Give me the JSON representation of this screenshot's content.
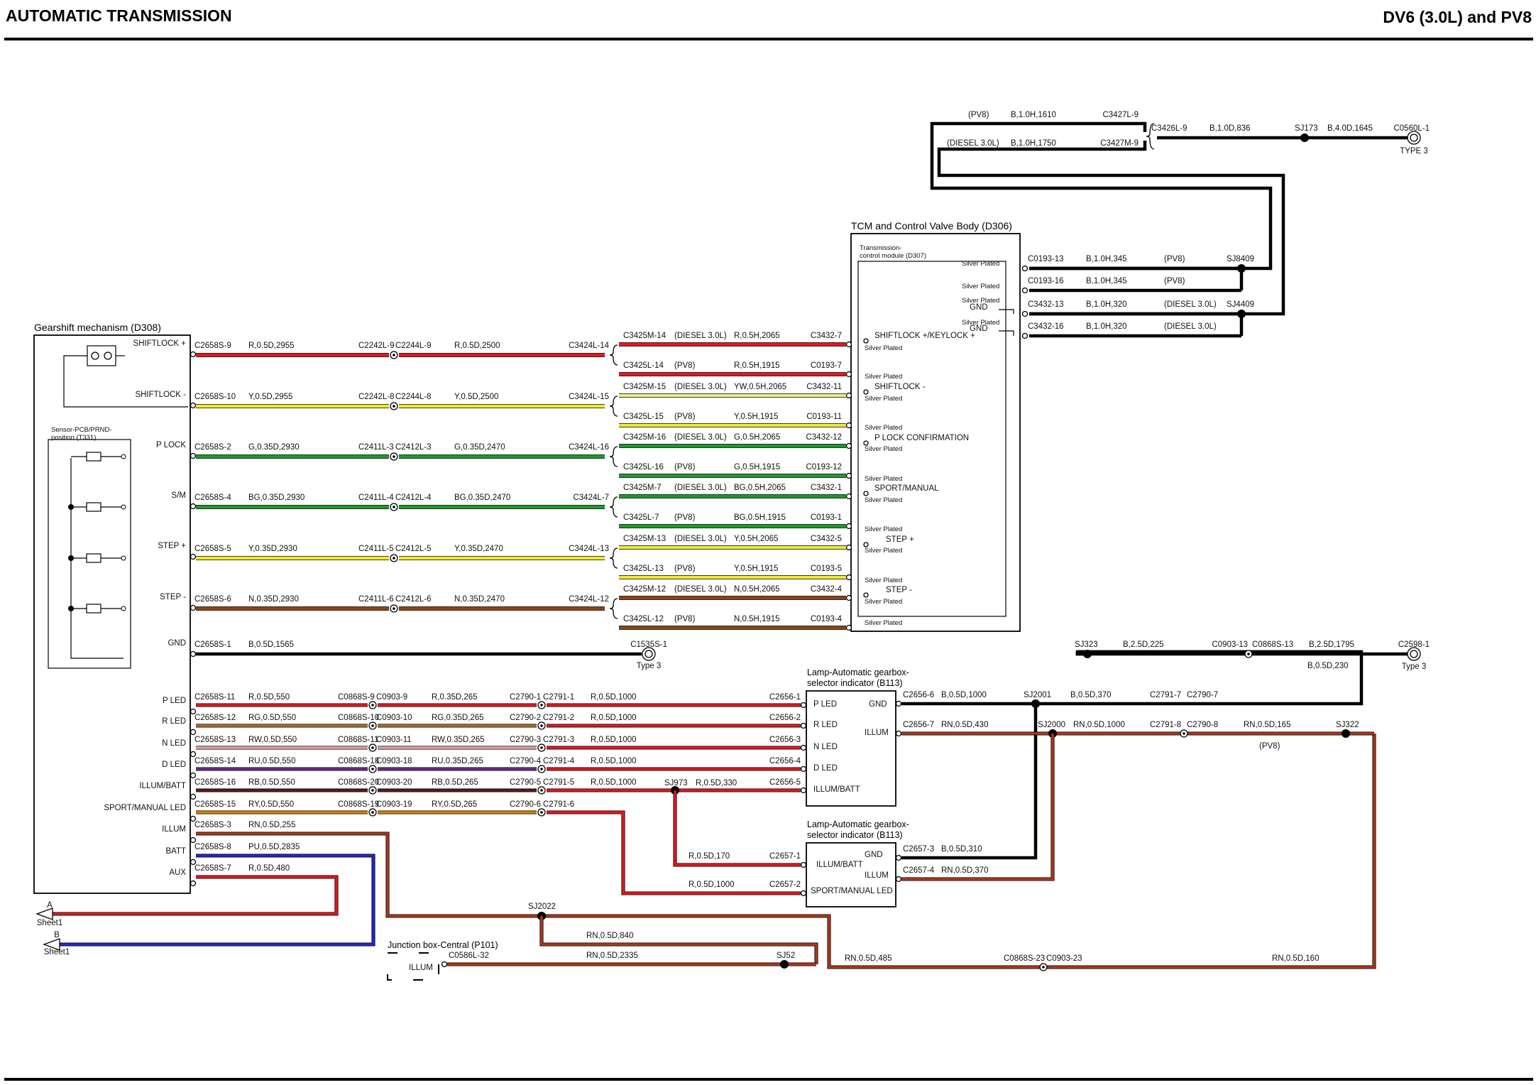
{
  "header": {
    "title": "AUTOMATIC TRANSMISSION",
    "variant": "DV6 (3.0L) and PV8"
  },
  "colors": {
    "R": "#e0191e",
    "Y": "#f2ea2a",
    "G": "#1f9a2a",
    "BG": "#1f9a2a",
    "N": "#8b4513",
    "B": "#000000",
    "RN": "#a8391c",
    "PU": "#2427c8",
    "RG": "#b06a2a",
    "RW": "#e8a0a0",
    "RU": "#6a2a8a",
    "RB": "#5a1a1a",
    "RY": "#d4820a",
    "YW": "#f0ea8a"
  },
  "components": {
    "gearshift": {
      "title": "Gearshift mechanism (D308)",
      "sensor_title_1": "Sensor-PCB/PRND-",
      "sensor_title_2": "position (T331)",
      "pins": [
        "SHIFTLOCK +",
        "SHIFTLOCK -",
        "P LOCK",
        "S/M",
        "STEP +",
        "STEP -",
        "GND",
        "P LED",
        "R LED",
        "N LED",
        "D LED",
        "ILLUM/BATT",
        "SPORT/MANUAL LED",
        "ILLUM",
        "BATT",
        "AUX"
      ]
    },
    "tcm": {
      "title": "TCM and Control Valve Body (D306)",
      "module_1": "Transmission-",
      "module_2": "control module (D307)",
      "silver": "Silver Plated",
      "gnd": "GND",
      "pins": [
        "SHIFTLOCK +/KEYLOCK +",
        "SHIFTLOCK -",
        "P LOCK CONFIRMATION",
        "SPORT/MANUAL",
        "STEP +",
        "STEP -"
      ]
    },
    "lamp1": {
      "title_1": "Lamp-Automatic gearbox-",
      "title_2": "selector indicator (B113)",
      "pins": [
        "P LED",
        "R LED",
        "N LED",
        "D LED",
        "ILLUM/BATT",
        "GND",
        "ILLUM"
      ]
    },
    "lamp2": {
      "title_1": "Lamp-Automatic gearbox-",
      "title_2": "selector indicator (B113)",
      "pins": [
        "GND",
        "ILLUM/BATT",
        "ILLUM",
        "SPORT/MANUAL LED"
      ]
    },
    "junction": {
      "title": "Junction box-Central (P101)",
      "pin": "ILLUM"
    }
  },
  "signal_wires": [
    {
      "from": "C2658S-9",
      "w1": "R,0.5D,2955",
      "mid1": "C2242L-9",
      "mid2": "C2244L-9",
      "w2": "R,0.5D,2500",
      "end": "C3424L-14",
      "color": "R"
    },
    {
      "from": "C2658S-10",
      "w1": "Y,0.5D,2955",
      "mid1": "C2242L-8",
      "mid2": "C2244L-8",
      "w2": "Y,0.5D,2500",
      "end": "C3424L-15",
      "color": "Y"
    },
    {
      "from": "C2658S-2",
      "w1": "G,0.35D,2930",
      "mid1": "C2411L-3",
      "mid2": "C2412L-3",
      "w2": "G,0.35D,2470",
      "end": "C3424L-16",
      "color": "G"
    },
    {
      "from": "C2658S-4",
      "w1": "BG,0.35D,2930",
      "mid1": "C2411L-4",
      "mid2": "C2412L-4",
      "w2": "BG,0.35D,2470",
      "end": "C3424L-7",
      "color": "BG"
    },
    {
      "from": "C2658S-5",
      "w1": "Y,0.35D,2930",
      "mid1": "C2411L-5",
      "mid2": "C2412L-5",
      "w2": "Y,0.35D,2470",
      "end": "C3424L-13",
      "color": "Y"
    },
    {
      "from": "C2658S-6",
      "w1": "N,0.35D,2930",
      "mid1": "C2411L-6",
      "mid2": "C2412L-6",
      "w2": "N,0.35D,2470",
      "end": "C3424L-12",
      "color": "N"
    }
  ],
  "gnd_wire": {
    "from": "C2658S-1",
    "w": "B,0.5D,1565",
    "end": "C1535S-1",
    "type": "Type 3"
  },
  "tcm_branches": [
    {
      "c1": "C3425M-14",
      "variant": "(DIESEL 3.0L)",
      "spec": "R,0.5H,2065",
      "c2": "C3432-7",
      "color": "R"
    },
    {
      "c1": "C3425L-14",
      "variant": "(PV8)",
      "spec": "R,0.5H,1915",
      "c2": "C0193-7",
      "color": "R"
    },
    {
      "c1": "C3425M-15",
      "variant": "(DIESEL 3.0L)",
      "spec": "YW,0.5H,2065",
      "c2": "C3432-11",
      "color": "YW"
    },
    {
      "c1": "C3425L-15",
      "variant": "(PV8)",
      "spec": "Y,0.5H,1915",
      "c2": "C0193-11",
      "color": "Y"
    },
    {
      "c1": "C3425M-16",
      "variant": "(DIESEL 3.0L)",
      "spec": "G,0.5H,2065",
      "c2": "C3432-12",
      "color": "G"
    },
    {
      "c1": "C3425L-16",
      "variant": "(PV8)",
      "spec": "G,0.5H,1915",
      "c2": "C0193-12",
      "color": "G"
    },
    {
      "c1": "C3425M-7",
      "variant": "(DIESEL 3.0L)",
      "spec": "BG,0.5H,2065",
      "c2": "C3432-1",
      "color": "BG"
    },
    {
      "c1": "C3425L-7",
      "variant": "(PV8)",
      "spec": "BG,0.5H,1915",
      "c2": "C0193-1",
      "color": "BG"
    },
    {
      "c1": "C3425M-13",
      "variant": "(DIESEL 3.0L)",
      "spec": "Y,0.5H,2065",
      "c2": "C3432-5",
      "color": "Y"
    },
    {
      "c1": "C3425L-13",
      "variant": "(PV8)",
      "spec": "Y,0.5H,1915",
      "c2": "C0193-5",
      "color": "Y"
    },
    {
      "c1": "C3425M-12",
      "variant": "(DIESEL 3.0L)",
      "spec": "N,0.5H,2065",
      "c2": "C3432-4",
      "color": "N"
    },
    {
      "c1": "C3425L-12",
      "variant": "(PV8)",
      "spec": "N,0.5H,1915",
      "c2": "C0193-4",
      "color": "N"
    }
  ],
  "top_ground": {
    "pv8": "(PV8)",
    "pv8_spec": "B,1.0H,1610",
    "pv8_conn": "C3427L-9",
    "diesel": "(DIESEL 3.0L)",
    "diesel_spec": "B,1.0H,1750",
    "diesel_conn": "C3427M-9",
    "c3426": "C3426L-9",
    "c3426_spec": "B,1.0D,836",
    "sj173": "SJ173",
    "sj173_spec": "B,4.0D,1645",
    "end": "C0560L-1",
    "type": "TYPE 3"
  },
  "tcm_grounds": [
    {
      "conn": "C0193-13",
      "spec": "B,1.0H,345",
      "variant": "(PV8)",
      "splice": "SJ8409"
    },
    {
      "conn": "C0193-16",
      "spec": "B,1.0H,345",
      "variant": "(PV8)",
      "splice": ""
    },
    {
      "conn": "C3432-13",
      "spec": "B,1.0H,320",
      "variant": "(DIESEL 3.0L)",
      "splice": "SJ4409"
    },
    {
      "conn": "C3432-16",
      "spec": "B,1.0H,320",
      "variant": "(DIESEL 3.0L)",
      "splice": ""
    }
  ],
  "led_wires": [
    {
      "from": "C2658S-11",
      "w1": "R,0.5D,550",
      "m1": "C0868S-9",
      "m2": "C0903-9",
      "w2": "R,0.35D,265",
      "m3": "C2790-1",
      "m4": "C2791-1",
      "w3": "R,0.5D,1000",
      "end": "C2656-1",
      "color": "R"
    },
    {
      "from": "C2658S-12",
      "w1": "RG,0.5D,550",
      "m1": "C0868S-10",
      "m2": "C0903-10",
      "w2": "RG,0.35D,265",
      "m3": "C2790-2",
      "m4": "C2791-2",
      "w3": "R,0.5D,1000",
      "end": "C2656-2",
      "color": "RG"
    },
    {
      "from": "C2658S-13",
      "w1": "RW,0.5D,550",
      "m1": "C0868S-11",
      "m2": "C0903-11",
      "w2": "RW,0.35D,265",
      "m3": "C2790-3",
      "m4": "C2791-3",
      "w3": "R,0.5D,1000",
      "end": "C2656-3",
      "color": "RW"
    },
    {
      "from": "C2658S-14",
      "w1": "RU,0.5D,550",
      "m1": "C0868S-18",
      "m2": "C0903-18",
      "w2": "RU,0.35D,265",
      "m3": "C2790-4",
      "m4": "C2791-4",
      "w3": "R,0.5D,1000",
      "end": "C2656-4",
      "color": "RU"
    },
    {
      "from": "C2658S-16",
      "w1": "RB,0.5D,550",
      "m1": "C0868S-20",
      "m2": "C0903-20",
      "w2": "RB,0.5D,265",
      "m3": "C2790-5",
      "m4": "C2791-5",
      "w3": "R,0.5D,1000",
      "end": "C2656-5",
      "color": "RB"
    },
    {
      "from": "C2658S-15",
      "w1": "RY,0.5D,550",
      "m1": "C0868S-19",
      "m2": "C0903-19",
      "w2": "RY,0.5D,265",
      "m3": "C2790-6",
      "m4": "C2791-6",
      "w3": "",
      "end": "",
      "color": "RY"
    }
  ],
  "misc": {
    "sj973": "SJ973",
    "sj973_spec": "R,0.5D,330",
    "c2657_1": "C2657-1",
    "c2657_1_spec": "R,0.5D,170",
    "c2657_2": "C2657-2",
    "c2657_2_spec": "R,0.5D,1000",
    "illum_from": "C2658S-3",
    "illum_spec": "RN,0.5D,255",
    "batt_from": "C2658S-8",
    "batt_spec": "PU,0.5D,2835",
    "aux_from": "C2658S-7",
    "aux_spec": "R,0.5D,480",
    "sheet_a": "A",
    "sheet_b": "B",
    "sheet": "Sheet1",
    "sj2022": "SJ2022",
    "sj2022_spec1": "RN,0.5D,840",
    "sj2022_spec2": "RN,0.5D,485",
    "c0586": "C0586L-32",
    "c0586_spec": "RN,0.5D,2335",
    "sj52": "SJ52",
    "c0868s23": "C0868S-23",
    "c0903_23": "C0903-23",
    "c0868_spec": "RN,0.5D,160",
    "c2656_6": "C2656-6",
    "c2656_6_spec": "B,0.5D,1000",
    "sj2001": "SJ2001",
    "sj2001_spec": "B,0.5D,370",
    "c2791_7": "C2791-7",
    "c2790_7": "C2790-7",
    "c2656_7": "C2656-7",
    "c2656_7_spec": "RN,0.5D,430",
    "sj2000": "SJ2000",
    "sj2000_spec": "RN,0.5D,1000",
    "c2791_8": "C2791-8",
    "c2790_8": "C2790-8",
    "c2790_8_spec": "RN,0.5D,165",
    "pv8": "(PV8)",
    "sj322": "SJ322",
    "sj323": "SJ323",
    "sj323_spec": "B,2.5D,225",
    "c0903_13": "C0903-13",
    "c0868s_13": "C0868S-13",
    "c0868s_13_spec": "B,2.5D,1795",
    "c2598": "C2598-1",
    "c2598_type": "Type 3",
    "c2598_spec": "B,0.5D,230",
    "c2657_3": "C2657-3",
    "c2657_3_spec": "B,0.5D,310",
    "c2657_4": "C2657-4",
    "c2657_4_spec": "RN,0.5D,370"
  }
}
